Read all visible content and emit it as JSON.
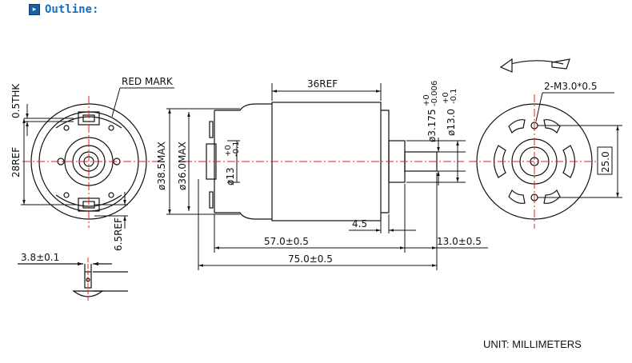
{
  "header": {
    "icon": "play-bullet-icon",
    "title": "Outline:"
  },
  "labels": {
    "thk": "0.5THK",
    "ref28": "28REF",
    "red_mark": "RED MARK",
    "ref65": "6.5REF",
    "dim38": "3.8±0.1",
    "od385": "ø38.5MAX",
    "od360": "ø36.0MAX",
    "od13": "ø13",
    "ref36": "36REF",
    "shaft": "ø3.175",
    "boss": "ø13.0",
    "dim45": "4.5",
    "len570": "57.0±0.5",
    "len130": "13.0±0.5",
    "len750": "75.0±0.5",
    "m30": "2-M3.0*0.5",
    "pcd": "25.0"
  },
  "tolerances": {
    "od13": {
      "plus": "+0",
      "minus": "-0.1"
    },
    "shaft": {
      "plus": "+0",
      "minus": "-0.006"
    },
    "boss": {
      "plus": "+0",
      "minus": "-0.1"
    }
  },
  "colors": {
    "centerline": "#e02020",
    "line": "#111111",
    "header": "#1b6fb8"
  },
  "footer": {
    "unit": "UNIT: MILLIMETERS"
  }
}
